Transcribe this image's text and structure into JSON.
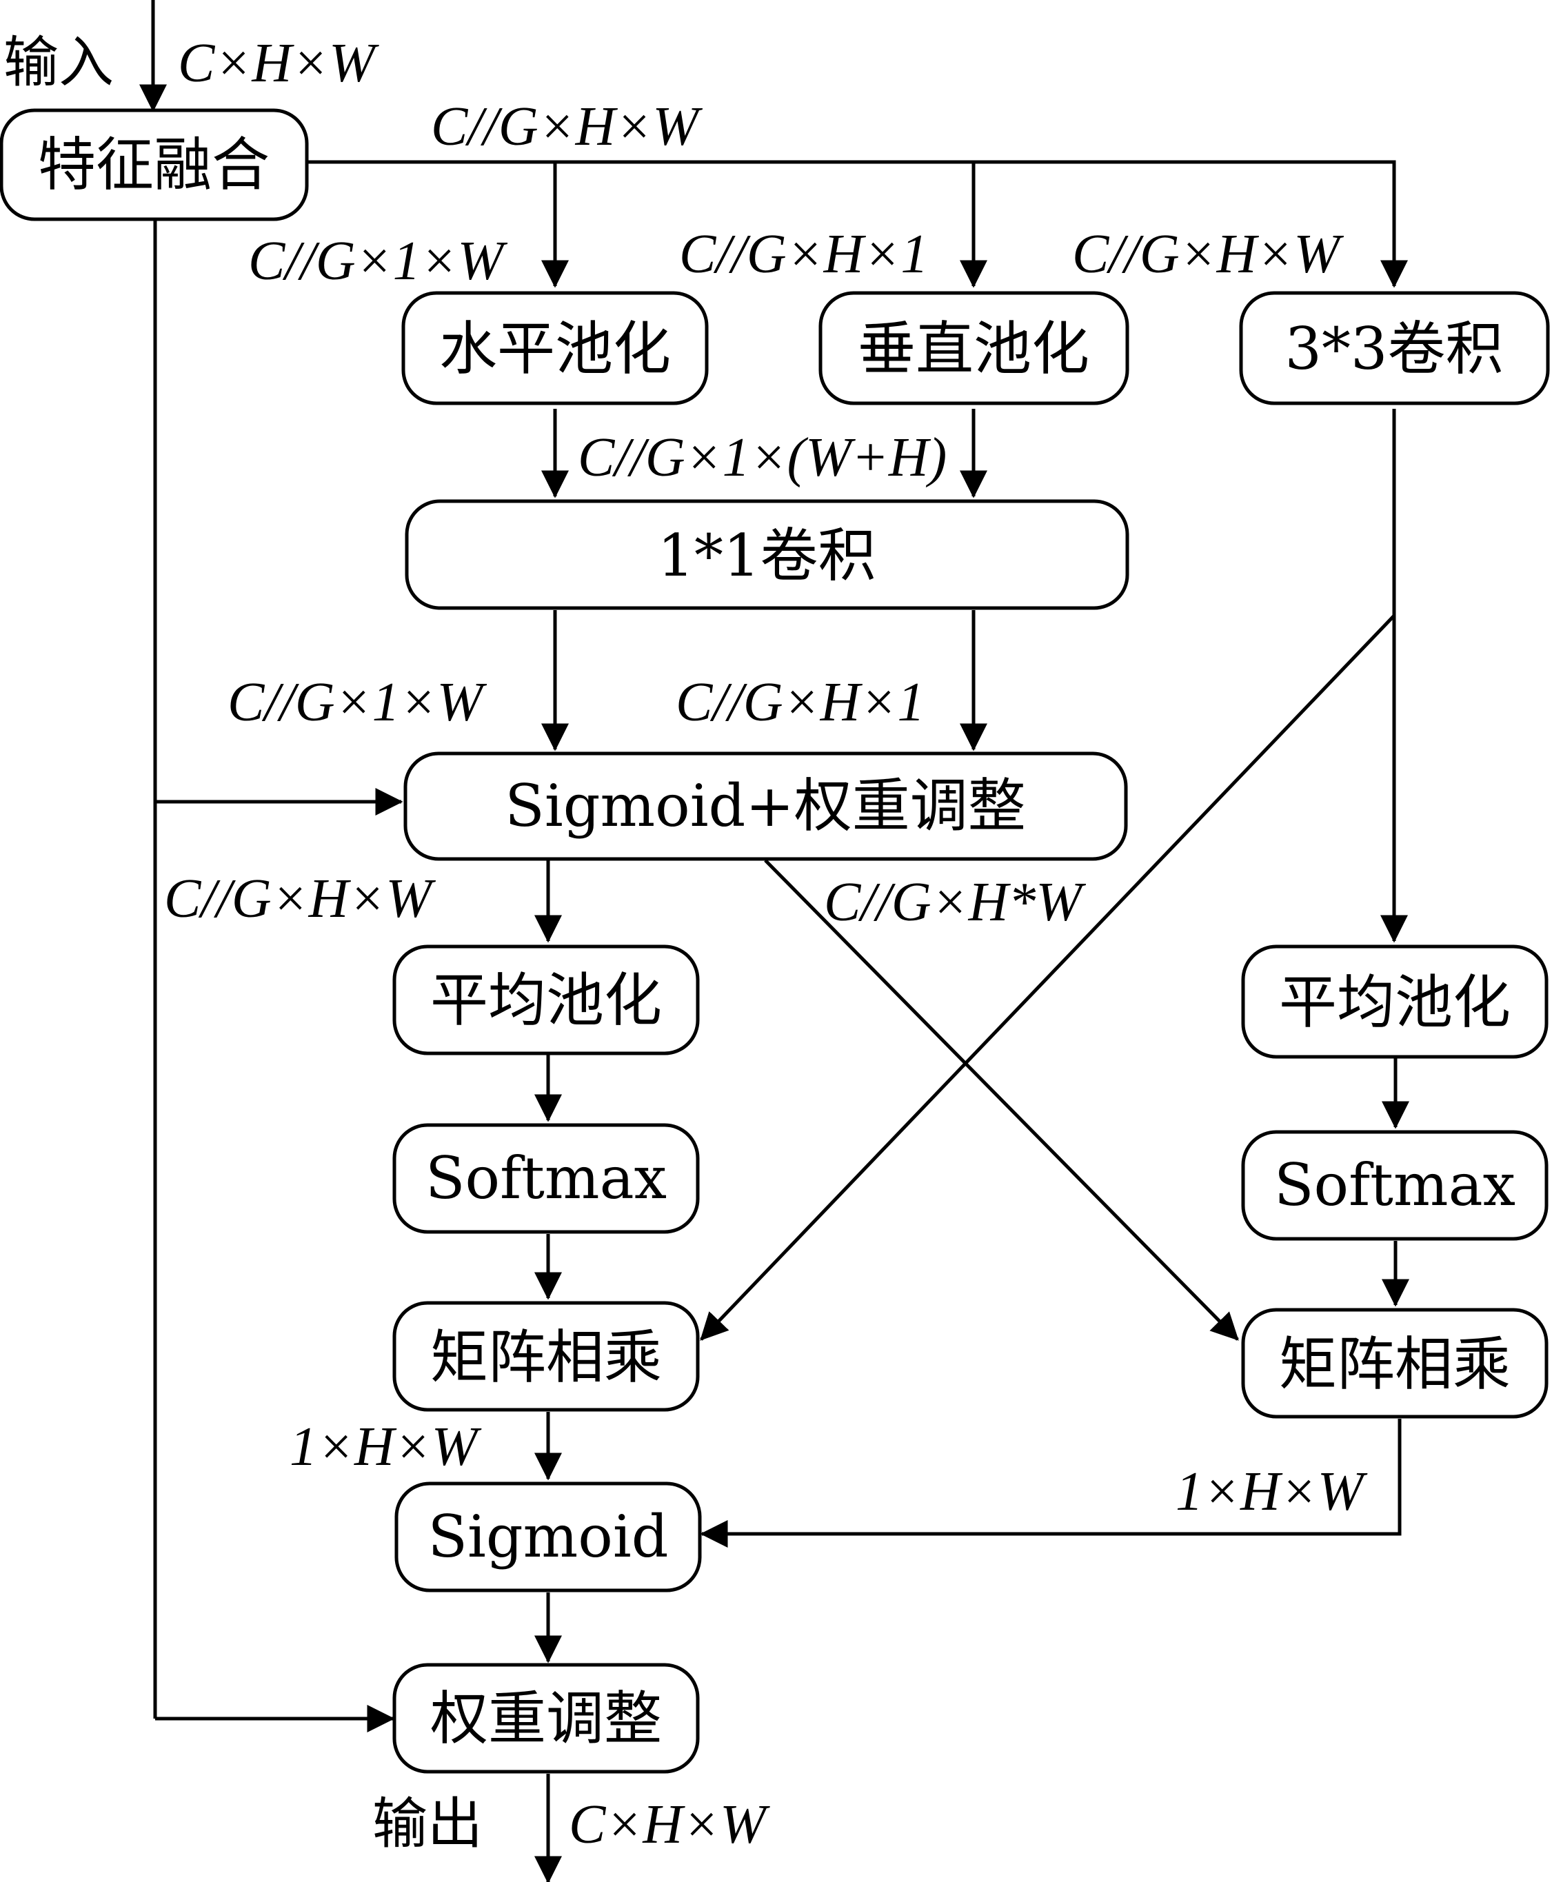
{
  "input": {
    "label": "输入",
    "dim": "C×H×W"
  },
  "output": {
    "label": "输出",
    "dim": "C×H×W"
  },
  "nodes": {
    "feature_fusion": "特征融合",
    "horizontal_pool": "水平池化",
    "vertical_pool": "垂直池化",
    "conv3x3": "3*3卷积",
    "conv1x1": "1*1卷积",
    "sigmoid_weight": "Sigmoid+权重调整",
    "avg_pool_left": "平均池化",
    "softmax_left": "Softmax",
    "matmul_left": "矩阵相乘",
    "sigmoid": "Sigmoid",
    "weight_adjust": "权重调整",
    "avg_pool_right": "平均池化",
    "softmax_right": "Softmax",
    "matmul_right": "矩阵相乘"
  },
  "dims": {
    "fusion_out": "C//G×H×W",
    "to_horizontal": "C//G×1×W",
    "to_vertical": "C//G×H×1",
    "to_conv3x3": "C//G×H×W",
    "pool_concat": "C//G×1×(W+H)",
    "conv1x1_left": "C//G×1×W",
    "conv1x1_right": "C//G×H×1",
    "sigmoid_out_left": "C//G×H×W",
    "sigmoid_out_cross": "C//G×H*W",
    "matmul_left_out": "1×H×W",
    "matmul_right_out": "1×H×W"
  },
  "colors": {
    "stroke": "#000000",
    "background": "#ffffff"
  }
}
